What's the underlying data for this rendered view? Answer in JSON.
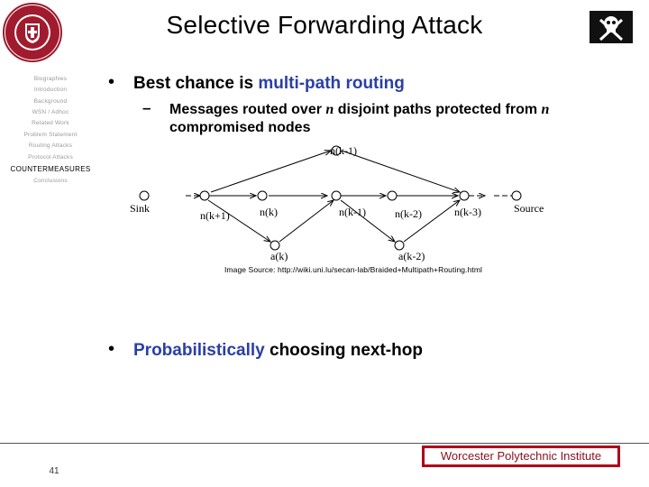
{
  "slide": {
    "title": "Selective Forwarding Attack"
  },
  "sidebar": {
    "items": [
      {
        "label": "Biographies"
      },
      {
        "label": "Introduction"
      },
      {
        "label": "Background"
      },
      {
        "label": "WSN / Adhoc"
      },
      {
        "label": "Related Work"
      },
      {
        "label": "Problem Statement"
      },
      {
        "label": "Routing Attacks"
      },
      {
        "label": "Protocol Attacks"
      },
      {
        "label": "COUNTERMEASURES"
      },
      {
        "label": "Conclusions"
      }
    ],
    "active_index": 8
  },
  "content": {
    "bullet1": {
      "prefix": "Best chance is ",
      "highlight": "multi-path routing"
    },
    "sub1": {
      "dash": "–",
      "part1": "Messages routed over ",
      "n1": "n",
      "part2": " disjoint paths protected from ",
      "n2": "n",
      "line2": "compromised nodes"
    },
    "bullet2": {
      "highlight": "Probabilistically",
      "suffix": " choosing next-hop"
    },
    "bullet_glyph": "•"
  },
  "diagram": {
    "labels": {
      "sink": "Sink",
      "source": "Source",
      "n_k_plus_1": "n(k+1)",
      "n_k": "n(k)",
      "n_k_minus_1": "n(k-1)",
      "n_k_minus_2": "n(k-2)",
      "n_k_minus_3": "n(k-3)",
      "n_top": "n(k-1)",
      "a_k": "a(k)",
      "a_k_minus_2": "a(k-2)"
    }
  },
  "caption": "Image Source: http://wiki.uni.lu/secan-lab/Braided+Multipath+Routing.html",
  "footer": {
    "institution": "Worcester Polytechnic Institute",
    "page": "41"
  },
  "colors": {
    "highlight": "#2a3fa6",
    "wpi_red": "#b00018"
  }
}
